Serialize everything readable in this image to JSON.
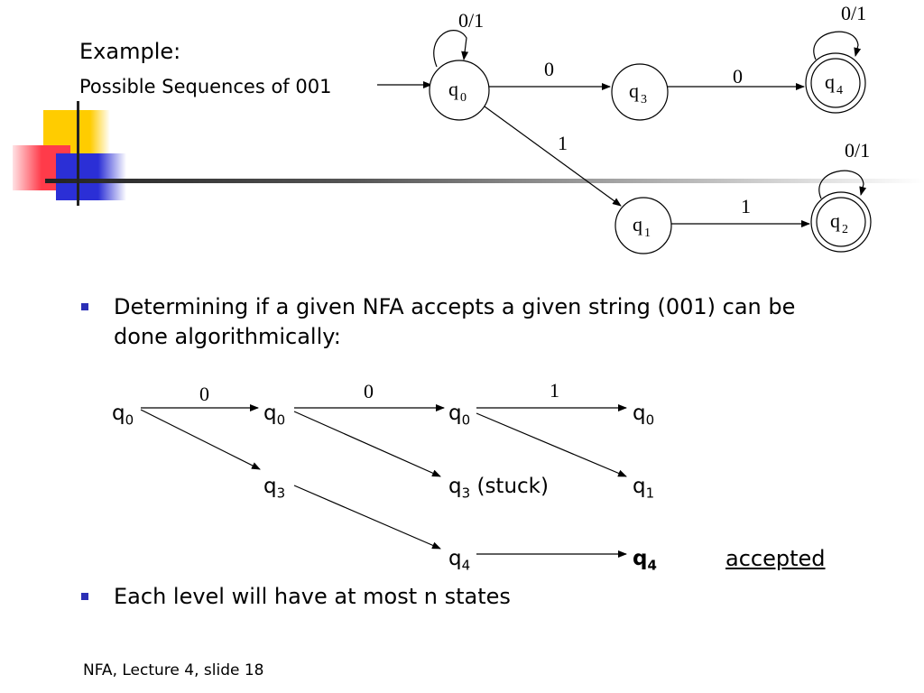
{
  "slide": {
    "example_title": "Example:",
    "example_subtitle": "Possible Sequences of  001",
    "bullets": [
      "Determining if a given NFA accepts a given string (001) can be done algorithmically:",
      "Each level will have at most n states"
    ],
    "footer": "NFA, Lecture 4, slide 18"
  },
  "nfa_diagram": {
    "states": [
      {
        "id": "q0",
        "label": "q",
        "sub": "0",
        "accepting": false,
        "self_loop": "0/1"
      },
      {
        "id": "q3",
        "label": "q",
        "sub": "3",
        "accepting": false
      },
      {
        "id": "q4",
        "label": "q",
        "sub": "4",
        "accepting": true,
        "self_loop": "0/1"
      },
      {
        "id": "q1",
        "label": "q",
        "sub": "1",
        "accepting": false
      },
      {
        "id": "q2",
        "label": "q",
        "sub": "2",
        "accepting": true,
        "self_loop": "0/1"
      }
    ],
    "edges": [
      {
        "from": "q0",
        "to": "q3",
        "label": "0"
      },
      {
        "from": "q3",
        "to": "q4",
        "label": "0"
      },
      {
        "from": "q0",
        "to": "q1",
        "label": "1"
      },
      {
        "from": "q1",
        "to": "q2",
        "label": "1"
      }
    ]
  },
  "trace": {
    "step_labels": [
      "0",
      "0",
      "1"
    ],
    "nodes": [
      {
        "label": "q",
        "sub": "0",
        "suffix": ""
      },
      {
        "label": "q",
        "sub": "0",
        "suffix": ""
      },
      {
        "label": "q",
        "sub": "3",
        "suffix": ""
      },
      {
        "label": "q",
        "sub": "0",
        "suffix": ""
      },
      {
        "label": "q",
        "sub": "3",
        "suffix": " (stuck)"
      },
      {
        "label": "q",
        "sub": "4",
        "suffix": ""
      },
      {
        "label": "q",
        "sub": "0",
        "suffix": ""
      },
      {
        "label": "q",
        "sub": "1",
        "suffix": ""
      },
      {
        "label": "q",
        "sub": "4",
        "suffix": "",
        "bold": true
      }
    ],
    "accepted_label": "accepted"
  },
  "colors": {
    "yellow": "#ffcc00",
    "red": "#ff3b4a",
    "blue": "#2b2fd6",
    "bullet": "#2b2fb6"
  }
}
